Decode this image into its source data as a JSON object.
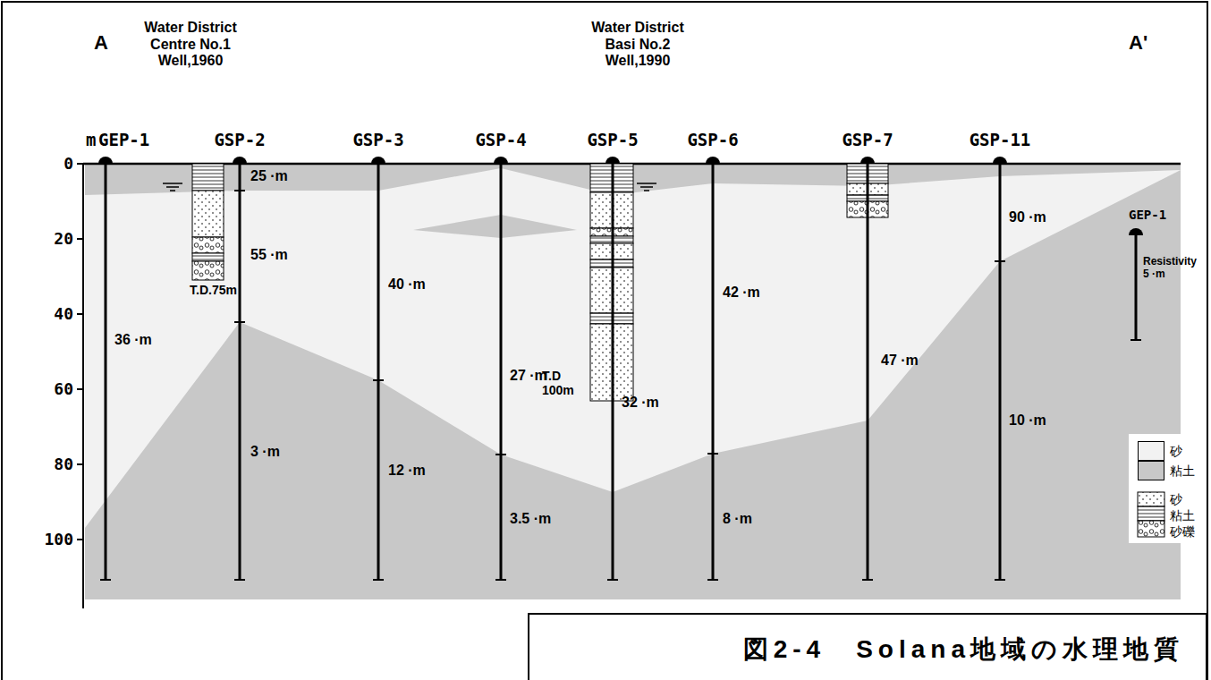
{
  "diagram": {
    "title": "図2-4　Solana地域の水理地質",
    "labels": [
      "A",
      "A'",
      "Water District Centre No.1 Well,1960",
      "Water District Basi No.2 Well,1990",
      "m",
      "GEP-1",
      "GSP-2",
      "GSP-3",
      "GSP-4",
      "GSP-5",
      "GSP-6",
      "GSP-7",
      "GSP-11",
      "0",
      "20",
      "40",
      "60",
      "80",
      "100",
      "25 ·m",
      "55 ·m",
      "3 ·m",
      "36 ·m",
      "40 ·m",
      "12 ·m",
      "27 ·m",
      "3.5 ·m",
      "32 ·m",
      "42 ·m",
      "8 ·m",
      "47 ·m",
      "90 ·m",
      "10 ·m",
      "T.D.75m",
      "T.D 100m",
      "GEP-1",
      "Resistivity 5 ·m"
    ],
    "legend": [
      {
        "text": "砂",
        "color": "#f2f2f2"
      },
      {
        "text": "粘土",
        "color": "#c8c8c8"
      },
      {
        "text": "砂"
      },
      {
        "text": "粘土"
      },
      {
        "text": "砂礫"
      }
    ]
  }
}
